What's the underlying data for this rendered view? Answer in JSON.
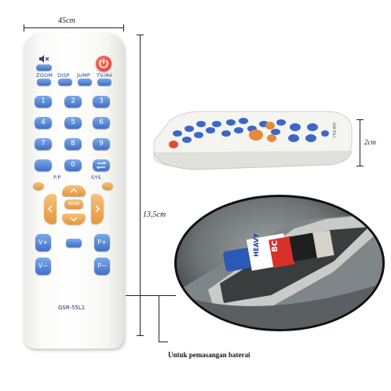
{
  "dimensions": {
    "width_label": "45cm",
    "height_label": "13,5cm",
    "side_label": "2cm"
  },
  "remote": {
    "mute_icon": "mute-icon",
    "power_icon": "power-icon",
    "top_labels": [
      "ZOOM",
      "DISP",
      "JUMP",
      "TV/AV"
    ],
    "digits": [
      "1",
      "2",
      "3",
      "4",
      "5",
      "6",
      "7",
      "8",
      "9"
    ],
    "zero": "0",
    "pp_label": "P.P",
    "sys_label": "SYS",
    "menu_label": "MENU",
    "vol_up": "V+",
    "vol_down": "V−",
    "prog_up": "P+",
    "prog_down": "P−",
    "model": "GSR-55L1"
  },
  "caption": "Untuk pemasangan baterai",
  "colors": {
    "button_blue": "#4a7bd0",
    "button_orange": "#e89a45",
    "power_red": "#e24a3b",
    "body_white": "#f7f7f5"
  }
}
